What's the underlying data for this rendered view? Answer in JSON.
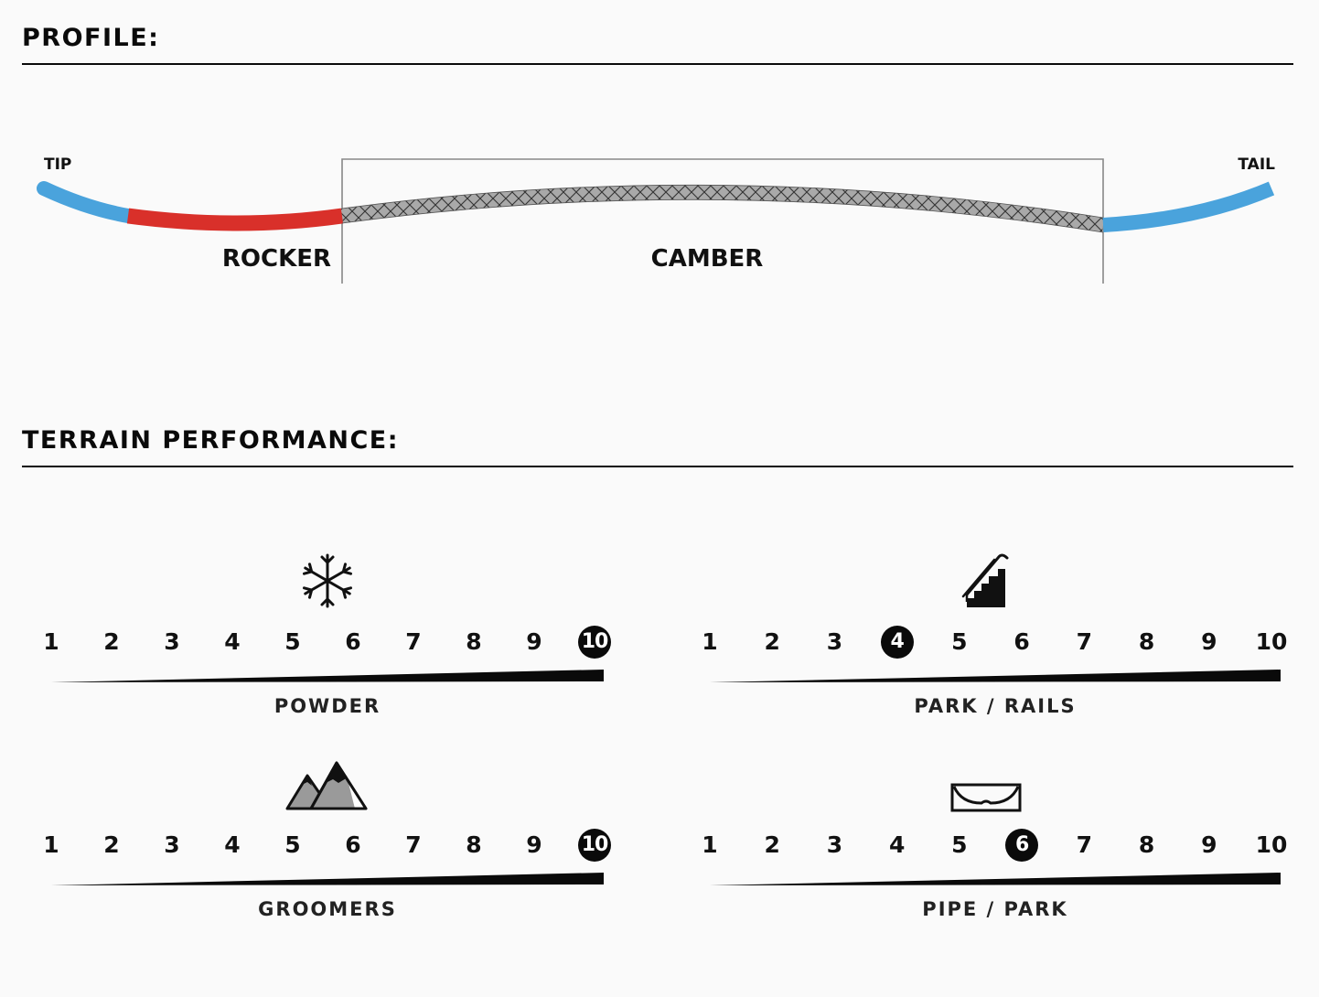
{
  "profile": {
    "title": "PROFILE:",
    "tip_label": "TIP",
    "tail_label": "TAIL",
    "zones": [
      {
        "name": "ROCKER",
        "color": "#d9302a"
      },
      {
        "name": "CAMBER",
        "color": "#a8a8a8"
      }
    ],
    "tip_tail_color": "#4aa3dc"
  },
  "terrain": {
    "title": "TERRAIN PERFORMANCE:",
    "scale": [
      "1",
      "2",
      "3",
      "4",
      "5",
      "6",
      "7",
      "8",
      "9",
      "10"
    ],
    "meters": [
      {
        "id": "powder",
        "label": "POWDER",
        "icon": "snowflake-icon",
        "rating": 10
      },
      {
        "id": "park-rails",
        "label": "PARK / RAILS",
        "icon": "stairs-rail-icon",
        "rating": 4
      },
      {
        "id": "groomers",
        "label": "GROOMERS",
        "icon": "mountains-icon",
        "rating": 10
      },
      {
        "id": "pipe-park",
        "label": "PIPE / PARK",
        "icon": "halfpipe-icon",
        "rating": 6
      }
    ]
  }
}
